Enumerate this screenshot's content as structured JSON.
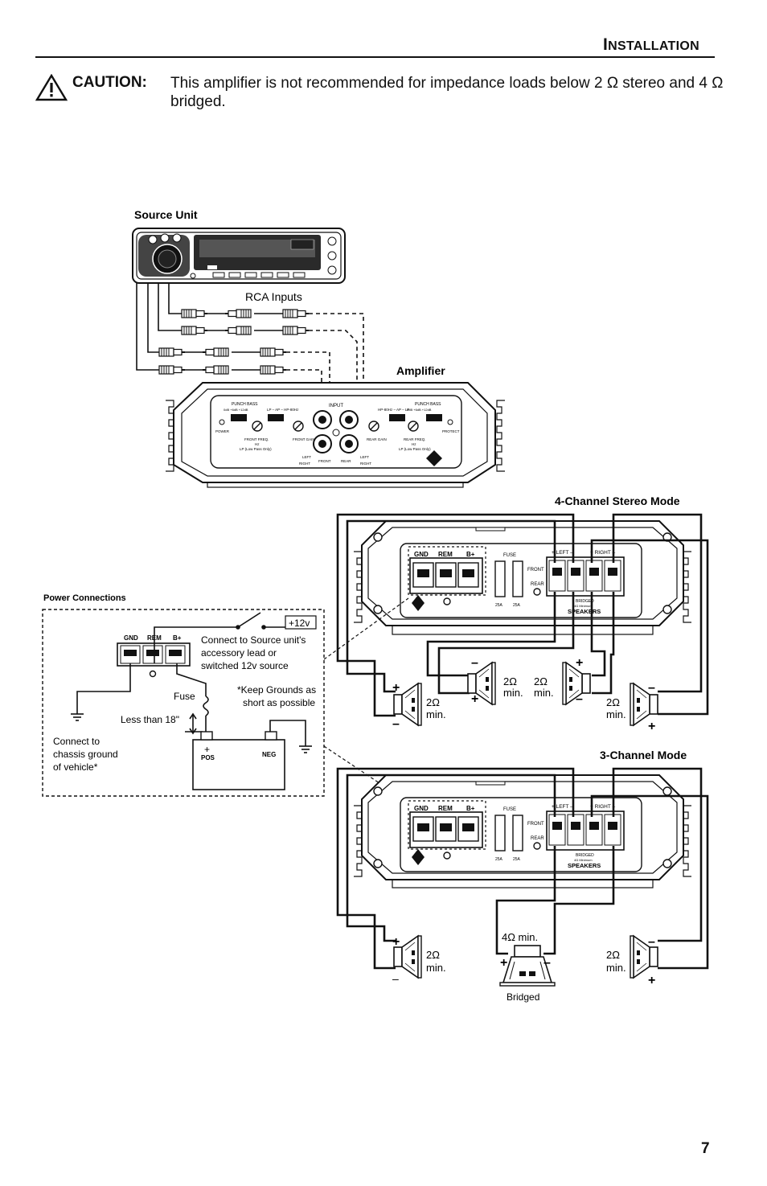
{
  "header": {
    "section_first": "I",
    "section_rest": "nstallation"
  },
  "caution": {
    "label": "CAUTION:",
    "text": "This amplifier is not recommended for impedance loads below 2 Ω stereo and 4 Ω bridged."
  },
  "diagram": {
    "source_unit_label": "Source Unit",
    "rca_label": "RCA Inputs",
    "amplifier_label": "Amplifier",
    "amp_panel": {
      "punch_bass": "PUNCH BASS",
      "db_values": "0dB  +6dB  +12dB",
      "filter_left": "LP – AP – HP-80Hz",
      "filter_right": "HP-80Hz – AP – LP",
      "input": "INPUT",
      "power": "POWER",
      "protect": "PROTECT",
      "front_freq": "FRONT FREQ.",
      "rear_freq": "REAR FREQ.",
      "hz": "Hz",
      "lp_only": "LP (Low Pass Only)",
      "front_gain": "FRONT GAIN",
      "rear_gain": "REAR GAIN",
      "left": "LEFT",
      "right": "RIGHT",
      "front": "FRONT",
      "rear": "REAR"
    },
    "four_channel_title": "4-Channel Stereo Mode",
    "three_channel_title": "3-Channel Mode",
    "terminals": {
      "gnd": "GND",
      "rem": "REM",
      "bplus": "B+",
      "fuse": "FUSE",
      "front": "FRONT",
      "rear": "REAR",
      "left": "+ LEFT –",
      "right": "+ RIGHT –",
      "amp25": "25A",
      "bridged": "BRIDGED",
      "bridged_min": "4Ω Minimum",
      "speakers": "SPEAKERS"
    },
    "speaker_two_ohm": "2Ω",
    "speaker_min": "min.",
    "speaker_four_ohm_min": "4Ω  min.",
    "bridged_label": "Bridged",
    "plus": "+",
    "minus": "–",
    "power": {
      "title": "Power Connections",
      "gnd": "GND",
      "rem": "REM",
      "bplus": "B+",
      "twelve_v": "+12v",
      "source_line1": "Connect to Source unit's",
      "source_line2": "accessory lead or",
      "source_line3": "switched 12v source",
      "fuse": "Fuse",
      "keep_line1": "*Keep Grounds as",
      "keep_line2": "short as possible",
      "less_than": "Less than 18\"",
      "chassis_line1": "Connect to",
      "chassis_line2": "chassis ground",
      "chassis_line3": "of vehicle*",
      "pos": "POS",
      "neg": "NEG"
    }
  },
  "page_number": "7"
}
